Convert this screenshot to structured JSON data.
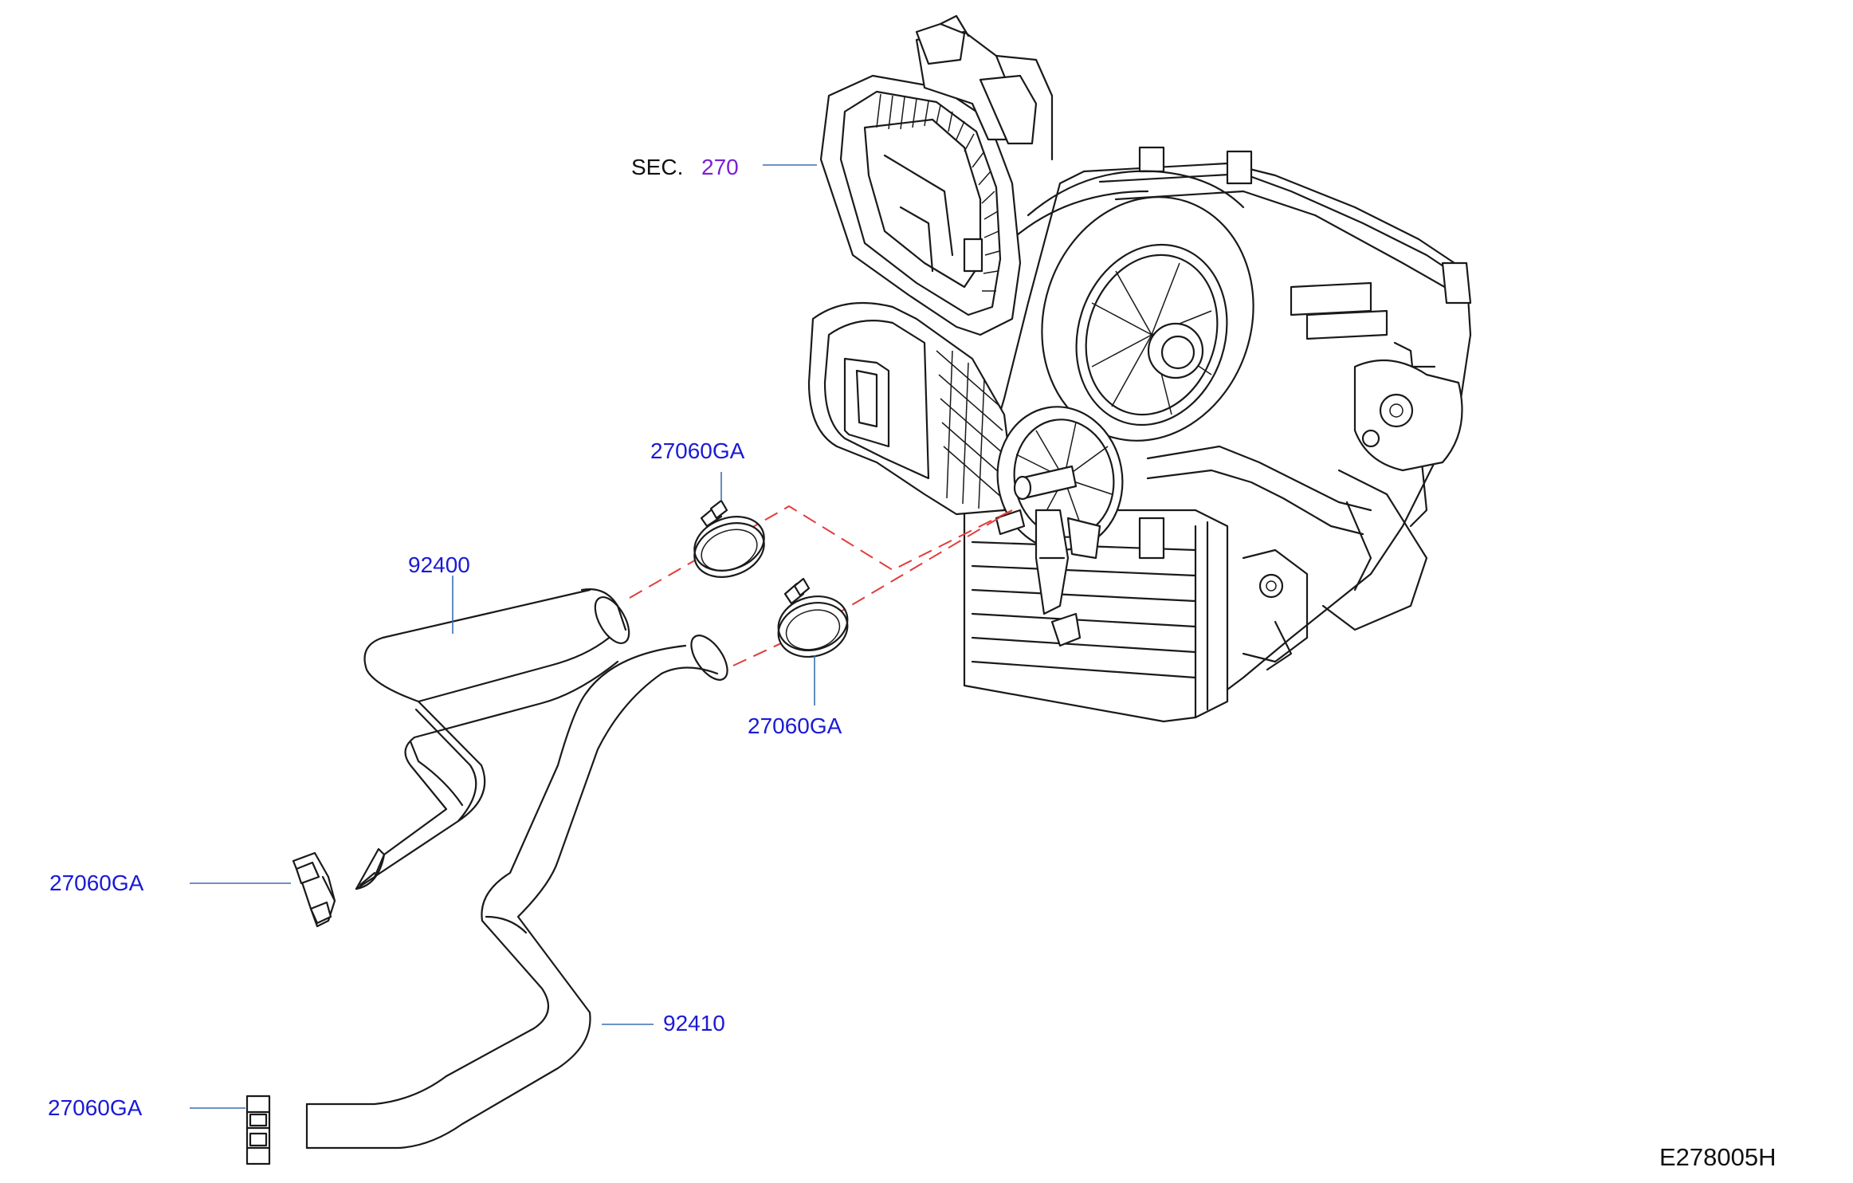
{
  "colors": {
    "part_number": "#1a1ad6",
    "section_ref": "#7a1fd6",
    "text": "#111111",
    "leader": "#3b6fb0",
    "dash": "#e23c3c"
  },
  "labels": {
    "sec_prefix": "SEC.",
    "sec_number": "270",
    "clamp_upper": "27060GA",
    "clamp_mid": "27060GA",
    "clamp_left_upper": "27060GA",
    "clamp_left_lower": "27060GA",
    "hose_upper": "92400",
    "hose_lower": "92410",
    "diagram_code": "E278005H"
  }
}
